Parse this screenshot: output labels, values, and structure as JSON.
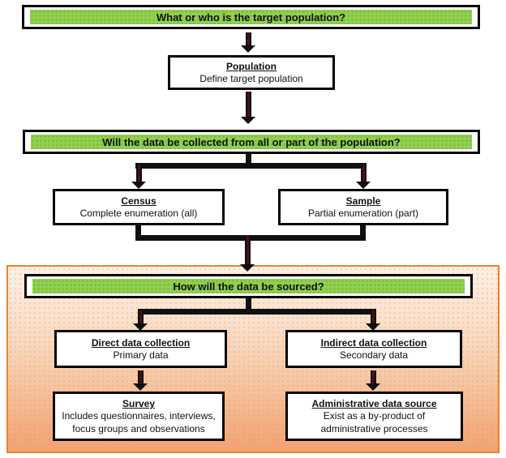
{
  "flowchart": {
    "banner1": "What or who is the target population?",
    "population": {
      "title": "Population",
      "desc": "Define target population"
    },
    "banner2": "Will the data be collected from all or part of the population?",
    "census": {
      "title": "Census",
      "desc": "Complete enumeration (all)"
    },
    "sample": {
      "title": "Sample",
      "desc": "Partial enumeration (part)"
    },
    "banner3": "How will the data be sourced?",
    "direct": {
      "title": "Direct data collection",
      "desc": "Primary data"
    },
    "indirect": {
      "title": "Indirect data collection",
      "desc": "Secondary data"
    },
    "survey": {
      "title": "Survey",
      "desc": "Includes questionnaires, interviews, focus groups and observations"
    },
    "admin": {
      "title": "Administrative data source",
      "desc": "Exist as a by-product of administrative processes"
    }
  },
  "colors": {
    "banner_green": "#92D050",
    "box_border": "#060606",
    "arrow_black": "#0E0E0E",
    "arrow_core_red": "#4A1018",
    "panel_border_orange": "#E8832C",
    "panel_gradient_top": "#FDF0E6",
    "panel_gradient_bottom": "#F1A376"
  }
}
